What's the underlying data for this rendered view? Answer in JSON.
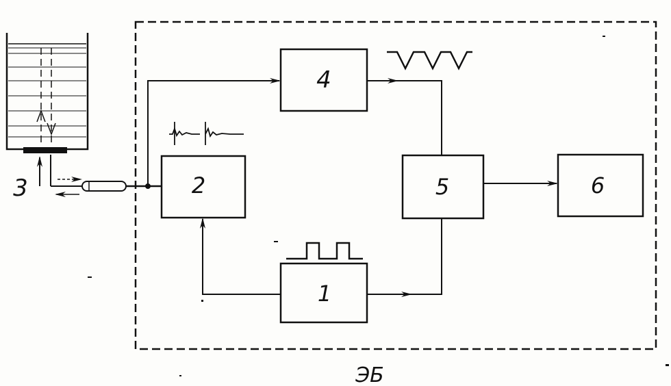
{
  "diagram": {
    "blocks": [
      {
        "id": "1",
        "label": "1"
      },
      {
        "id": "2",
        "label": "2"
      },
      {
        "id": "4",
        "label": "4"
      },
      {
        "id": "5",
        "label": "5"
      },
      {
        "id": "6",
        "label": "6"
      }
    ],
    "sensor_label": "3",
    "enclosure_label": "ЭБ",
    "colors": {
      "ink": "#111111",
      "paper": "#fdfdfb"
    }
  }
}
